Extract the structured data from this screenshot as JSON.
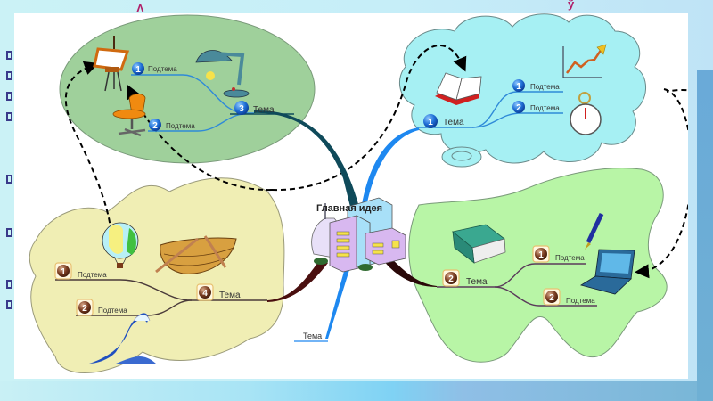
{
  "diagram": {
    "center": {
      "label": "Главная идея",
      "icon": "office-buildings-icon"
    },
    "topics": [
      {
        "id": "topic-3",
        "badge": "3",
        "badge_style": "blue",
        "label": "Тема",
        "region_shape": "ellipse",
        "region_color": "#9fd09b",
        "branch_color": "#0f4a5a",
        "subtopic_line_color": "#2f8ad8",
        "subtopics": [
          {
            "badge": "1",
            "label": "Подтема"
          },
          {
            "badge": "2",
            "label": "Подтема"
          }
        ],
        "icons": [
          "easel-icon",
          "desk-lamp-icon",
          "office-chair-icon"
        ]
      },
      {
        "id": "topic-1",
        "badge": "1",
        "badge_style": "blue",
        "label": "Тема",
        "region_shape": "cloud",
        "region_color": "#a6f0f3",
        "branch_color": "#1e88f0",
        "subtopic_line_color": "#2f8ad8",
        "subtopics": [
          {
            "badge": "1",
            "label": "Подтема"
          },
          {
            "badge": "2",
            "label": "Подтема"
          }
        ],
        "icons": [
          "open-book-icon",
          "growth-chart-icon",
          "stopwatch-icon"
        ]
      },
      {
        "id": "topic-4",
        "badge": "4",
        "badge_style": "brown",
        "label": "Тема",
        "region_shape": "blob",
        "region_color": "#f0eeb4",
        "branch_color": "#4a0f0f",
        "subtopic_line_color": "#4a3a3a",
        "subtopics": [
          {
            "badge": "1",
            "label": "Подтема"
          },
          {
            "badge": "2",
            "label": "Подтема"
          }
        ],
        "icons": [
          "hot-air-balloon-icon",
          "rowboat-icon",
          "wave-icon"
        ]
      },
      {
        "id": "topic-2",
        "badge": "2",
        "badge_style": "brown",
        "label": "Тема",
        "region_shape": "blob",
        "region_color": "#b8f5a6",
        "branch_color": "#2a0808",
        "subtopic_line_color": "#5a3a5a",
        "subtopics": [
          {
            "badge": "1",
            "label": "Подтема"
          },
          {
            "badge": "2",
            "label": "Подтема"
          }
        ],
        "icons": [
          "textbook-icon",
          "fountain-pen-icon",
          "laptop-icon"
        ]
      },
      {
        "id": "topic-5",
        "badge": "",
        "label": "Тема",
        "branch_color": "#1e88f0",
        "subtopics": []
      }
    ]
  },
  "background": {
    "peek_text_left": "Λ",
    "peek_text_right": "ў",
    "bullet_glyph": "▯"
  }
}
